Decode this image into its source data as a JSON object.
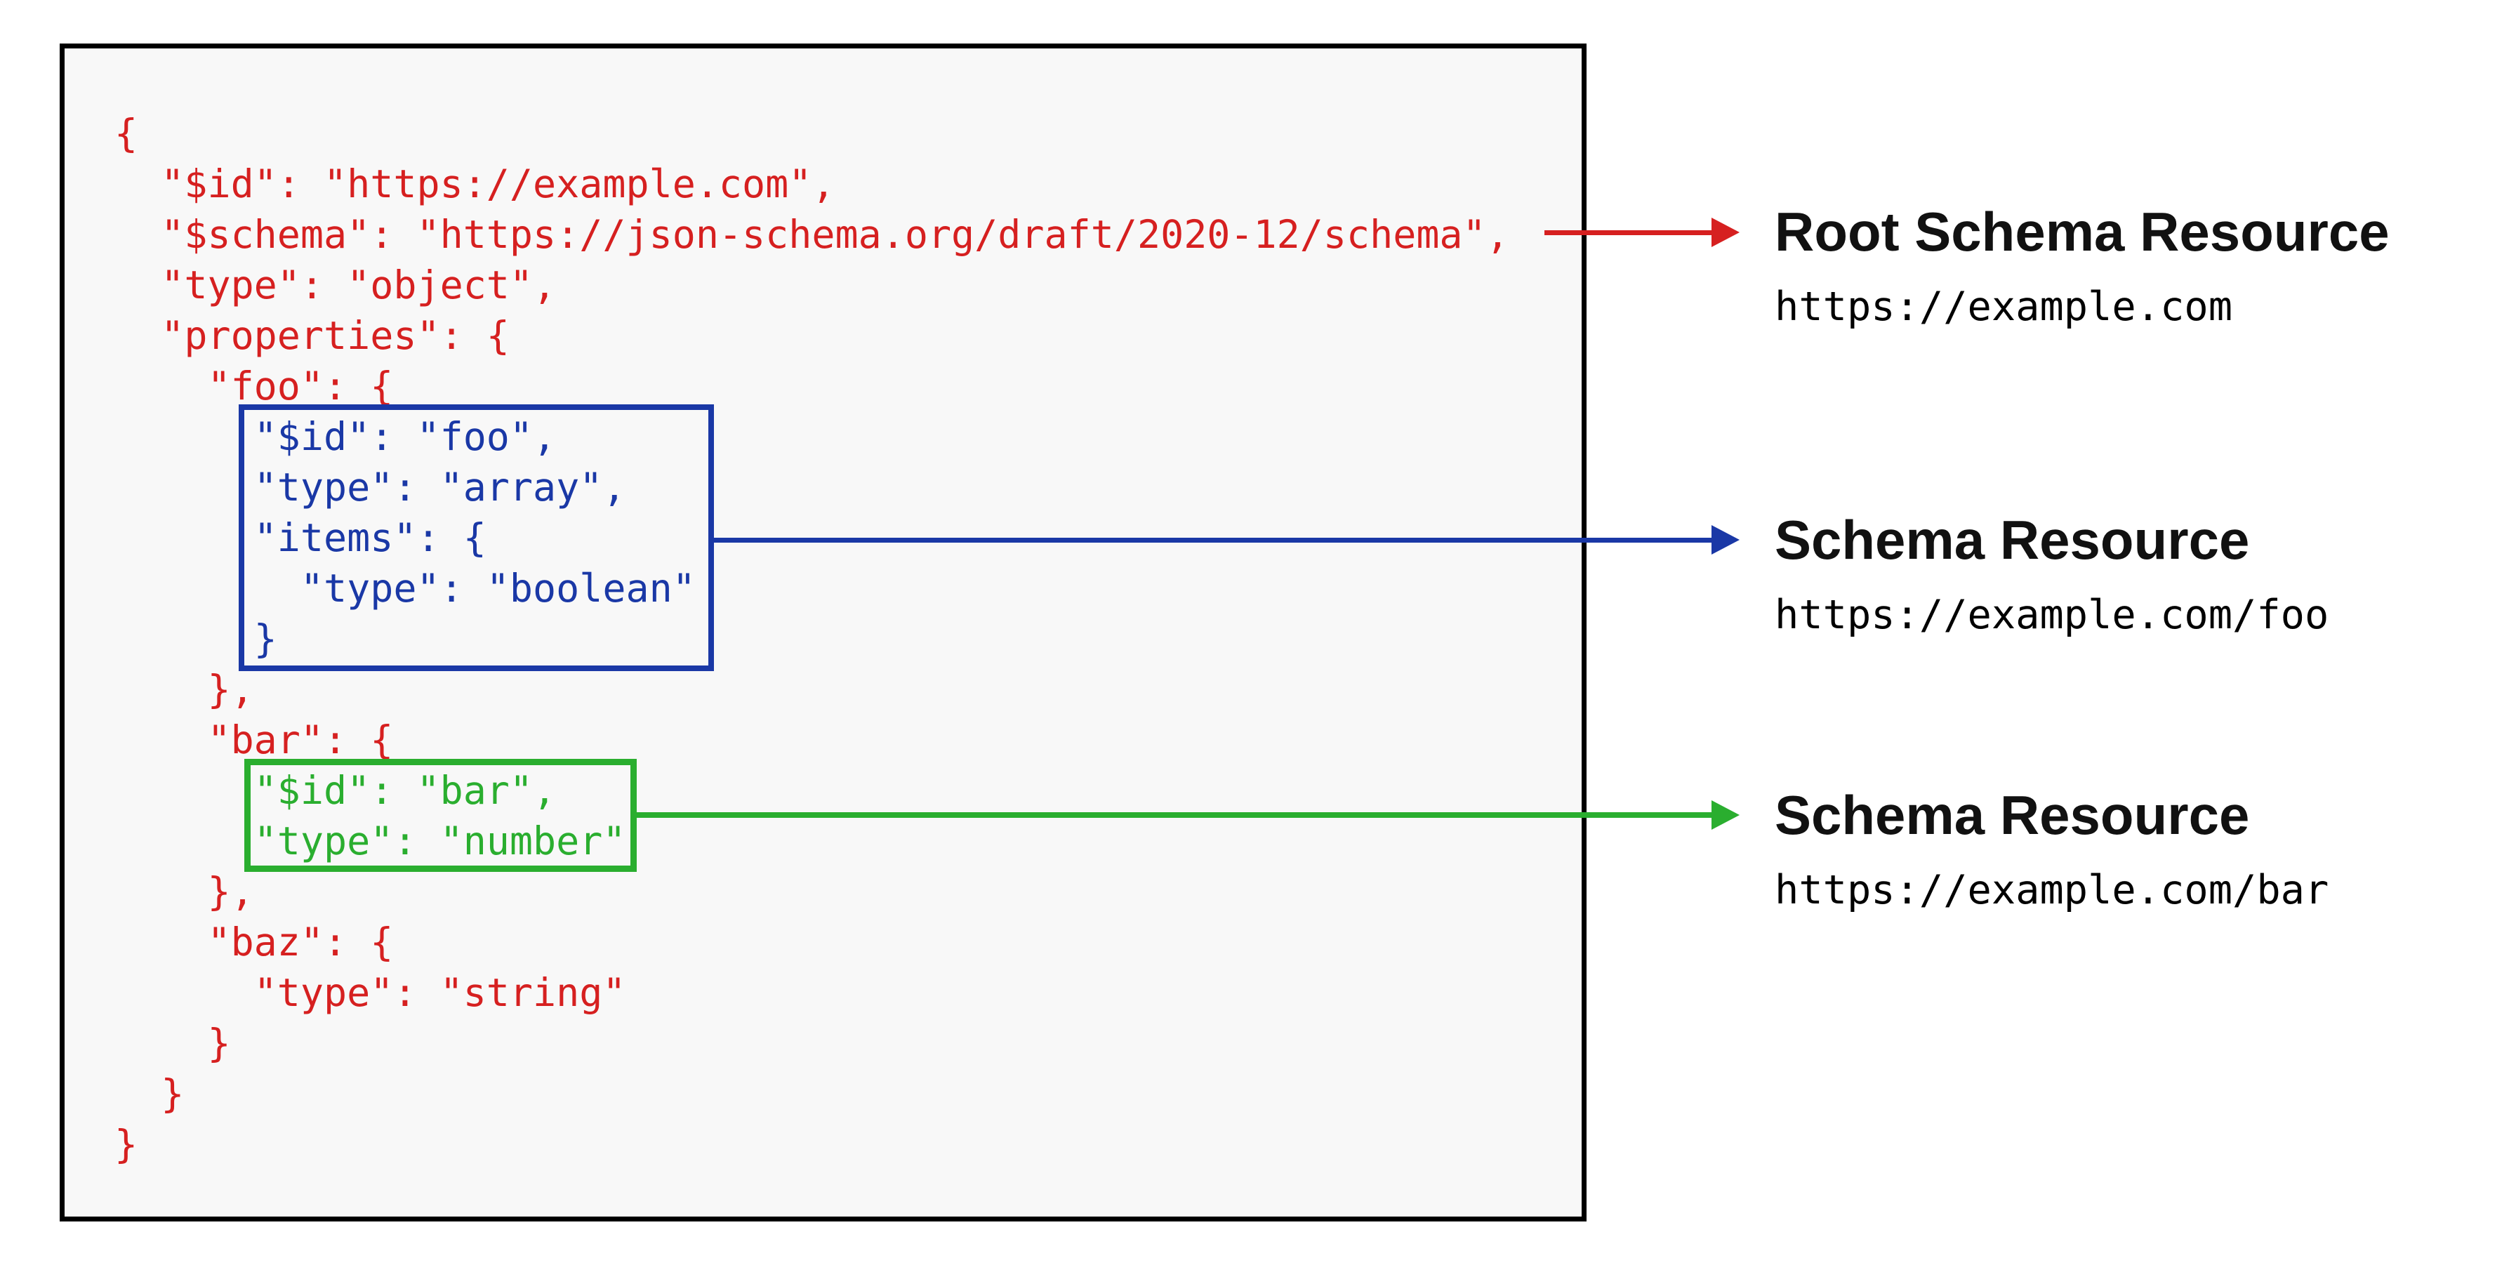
{
  "colors": {
    "red": "#d62020",
    "blue": "#1a38a6",
    "green": "#2aae2f",
    "panel-bg": "#f8f8f8",
    "panel-border": "#000000",
    "title-text": "#111111",
    "url-text": "#000000",
    "page-bg": "#ffffff"
  },
  "code": {
    "language": "json",
    "lines": [
      {
        "text": "{",
        "color": "red"
      },
      {
        "text": "  \"$id\": \"https://example.com\",",
        "color": "red"
      },
      {
        "text": "  \"$schema\": \"https://json-schema.org/draft/2020-12/schema\",",
        "color": "red"
      },
      {
        "text": "  \"type\": \"object\",",
        "color": "red"
      },
      {
        "text": "  \"properties\": {",
        "color": "red"
      },
      {
        "text": "    \"foo\": {",
        "color": "red"
      },
      {
        "text": "      \"$id\": \"foo\",",
        "color": "blue"
      },
      {
        "text": "      \"type\": \"array\",",
        "color": "blue"
      },
      {
        "text": "      \"items\": {",
        "color": "blue"
      },
      {
        "text": "        \"type\": \"boolean\"",
        "color": "blue"
      },
      {
        "text": "      }",
        "color": "blue"
      },
      {
        "text": "    },",
        "color": "red"
      },
      {
        "text": "    \"bar\": {",
        "color": "red"
      },
      {
        "text": "      \"$id\": \"bar\",",
        "color": "green"
      },
      {
        "text": "      \"type\": \"number\"",
        "color": "green"
      },
      {
        "text": "    },",
        "color": "red"
      },
      {
        "text": "    \"baz\": {",
        "color": "red"
      },
      {
        "text": "      \"type\": \"string\"",
        "color": "red"
      },
      {
        "text": "    }",
        "color": "red"
      },
      {
        "text": "  }",
        "color": "red"
      },
      {
        "text": "}",
        "color": "red"
      }
    ]
  },
  "annotations": [
    {
      "title": "Root Schema Resource",
      "url": "https://example.com",
      "arrow_color": "red"
    },
    {
      "title": "Schema Resource",
      "url": "https://example.com/foo",
      "arrow_color": "blue"
    },
    {
      "title": "Schema Resource",
      "url": "https://example.com/bar",
      "arrow_color": "green"
    }
  ]
}
